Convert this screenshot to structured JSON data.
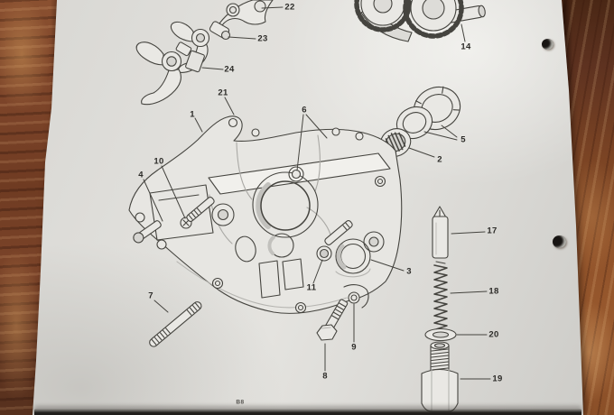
{
  "page": {
    "code": "B8"
  },
  "part_labels": {
    "p1": "1",
    "p2": "2",
    "p3": "3",
    "p4": "4",
    "p5": "5",
    "p6": "6",
    "p7": "7",
    "p8": "8",
    "p9": "9",
    "p10": "10",
    "p11": "11",
    "p14": "14",
    "p17": "17",
    "p18": "18",
    "p19": "19",
    "p20": "20",
    "p21": "21",
    "p22": "22",
    "p23": "23",
    "p24": "24"
  },
  "colors": {
    "paper": "#e0dfdb",
    "ink": "#45443f",
    "wood_dark": "#5e3220",
    "wood_mid": "#8a4c26",
    "wood_light": "#a86233",
    "page_edge_shadow": "#201e1b"
  }
}
